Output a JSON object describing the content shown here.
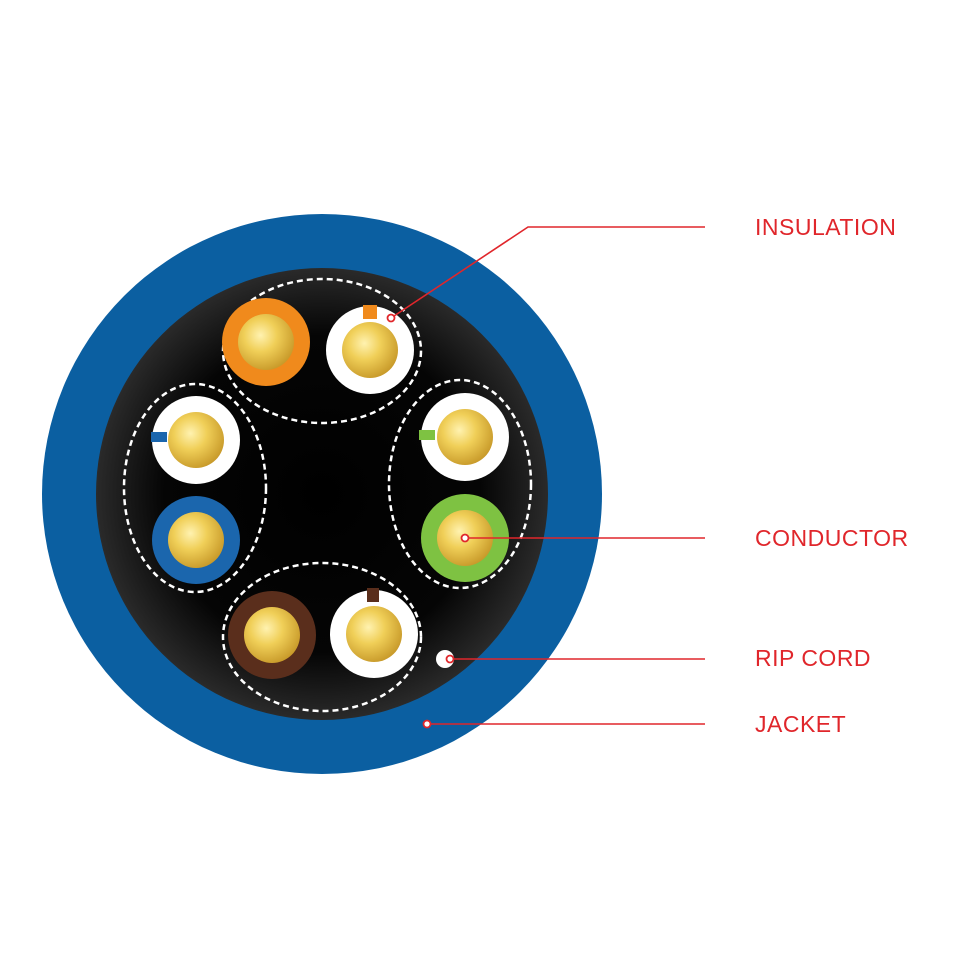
{
  "diagram": {
    "labels": {
      "insulation": "INSULATION",
      "conductor": "CONDUCTOR",
      "rip_cord": "RIP CORD",
      "jacket": "JACKET"
    },
    "colors": {
      "background": "#ffffff",
      "jacket": "#0b5fa1",
      "core": "#000000",
      "conductor": "#e6c24a",
      "callout": "#e0262b",
      "twisted_pair_boundary": "#ffffff",
      "white_insulation": "#ffffff",
      "orange": "#f08a1c",
      "blue": "#1b66ad",
      "green": "#7ec242",
      "brown": "#5a2e1c",
      "rip_cord": "#ffffff"
    },
    "wires": [
      {
        "name": "orange-solid-wire",
        "insulation": "orange",
        "stripe": null
      },
      {
        "name": "white-orange-stripe-wire",
        "insulation": "white_insulation",
        "stripe": "orange"
      },
      {
        "name": "white-blue-stripe-wire",
        "insulation": "white_insulation",
        "stripe": "blue"
      },
      {
        "name": "blue-solid-wire",
        "insulation": "blue",
        "stripe": null
      },
      {
        "name": "white-green-stripe-wire",
        "insulation": "white_insulation",
        "stripe": "green"
      },
      {
        "name": "green-solid-wire",
        "insulation": "green",
        "stripe": null
      },
      {
        "name": "brown-solid-wire",
        "insulation": "brown",
        "stripe": null
      },
      {
        "name": "white-brown-stripe-wire",
        "insulation": "white_insulation",
        "stripe": "brown"
      }
    ]
  }
}
